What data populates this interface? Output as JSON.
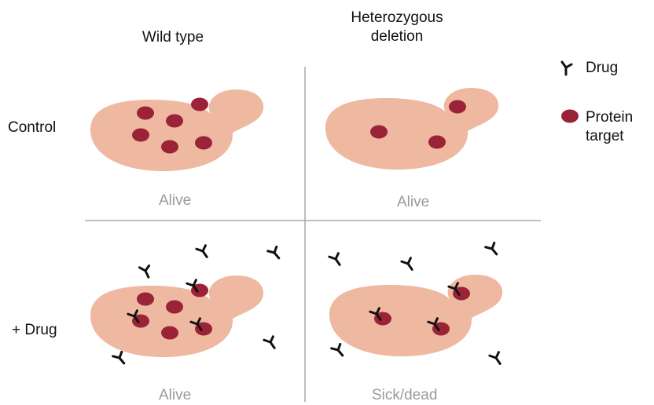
{
  "columns": [
    {
      "title_lines": [
        "Wild type"
      ]
    },
    {
      "title_lines": [
        "Heterozygous",
        "deletion"
      ]
    }
  ],
  "rows": [
    {
      "label": "Control"
    },
    {
      "label": "+ Drug"
    }
  ],
  "panels": [
    {
      "id": "wt-control",
      "status": "Alive",
      "proteins": 6,
      "bound_proteins": 0
    },
    {
      "id": "het-control",
      "status": "Alive",
      "proteins": 3,
      "bound_proteins": 0
    },
    {
      "id": "wt-drug",
      "status": "Alive",
      "proteins": 6,
      "bound_proteins": 3
    },
    {
      "id": "het-drug",
      "status": "Sick/dead",
      "proteins": 3,
      "bound_proteins": 3
    }
  ],
  "legend": {
    "drug_label": "Drug",
    "protein_label_lines": [
      "Protein",
      "target"
    ]
  },
  "colors": {
    "cell": "#efb8a0",
    "protein": "#9a2337",
    "drug": "#111111",
    "divider": "#a8a8a8",
    "status_text": "#9a9a9a"
  }
}
